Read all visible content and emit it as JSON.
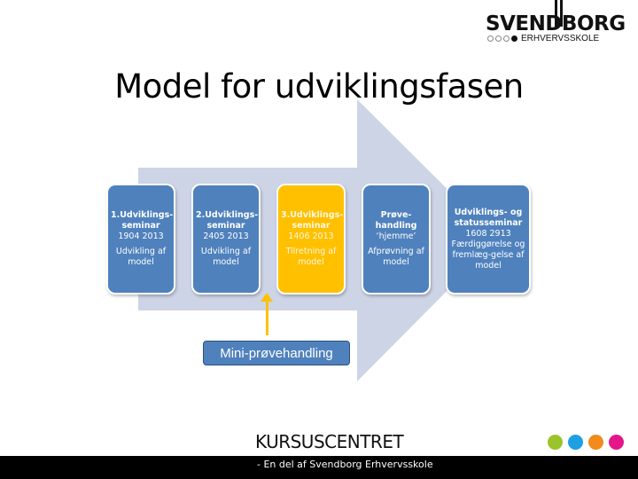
{
  "logo": {
    "wordmark": "SVENDBORG",
    "subtitle": "ERHVERVSSKOLE"
  },
  "title": "Model for udviklingsfasen",
  "colors": {
    "arrow": "#cdd4e6",
    "box_blue": "#4f81bd",
    "box_highlight": "#ffc000",
    "dots": [
      "#9bc42a",
      "#1ea0e2",
      "#f28a1c",
      "#e3178a"
    ]
  },
  "steps": [
    {
      "heading": "1.Udviklings-seminar",
      "date": "1904 2013",
      "description": "Udvikling af model",
      "highlight": false
    },
    {
      "heading": "2.Udviklings-seminar",
      "date": "2405 2013",
      "description": "Udvikling af model",
      "highlight": false
    },
    {
      "heading": "3.Udviklings-seminar",
      "date": "1406 2013",
      "description": "Tilretning af model",
      "highlight": true
    },
    {
      "heading": "Prøve-handling",
      "date": "‘hjemme’",
      "description": "Afprøvning af model",
      "highlight": false
    },
    {
      "heading": "Udviklings- og statusseminar",
      "date": "1608 2913",
      "description": "Færdiggørelse og fremlæg-gelse af model",
      "highlight": false
    }
  ],
  "callout": {
    "label": "Mini-prøvehandling"
  },
  "footer": {
    "title": "KURSUSCENTRET",
    "subtitle": "- En del af Svendborg Erhvervsskole"
  }
}
